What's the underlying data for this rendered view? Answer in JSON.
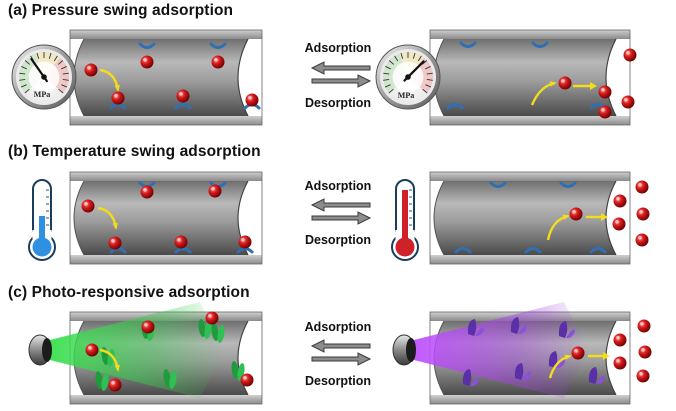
{
  "panels": [
    {
      "title": "(a) Pressure swing adsorption"
    },
    {
      "title": "(b) Temperature swing adsorption"
    },
    {
      "title": "(c) Photo-responsive adsorption"
    }
  ],
  "arrows": {
    "forward_label": "Adsorption",
    "reverse_label": "Desorption"
  },
  "gauge": {
    "unit": "MPa"
  },
  "colors": {
    "molecule": "#c81414",
    "site": "#2f6fb3",
    "arrow": "#f2dc1c",
    "green_light": "#35d04a",
    "violet_light": "#a040e0",
    "cold": "#2f8fe0",
    "hot": "#d0202a"
  }
}
